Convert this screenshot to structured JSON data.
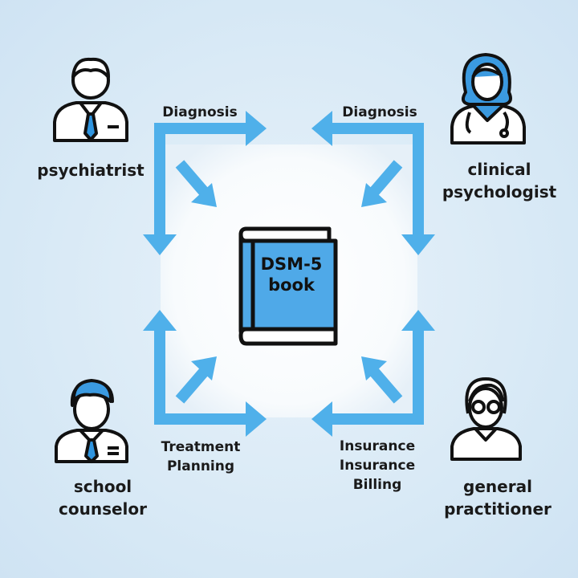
{
  "center": {
    "title_line1": "DSM-5",
    "title_line2": "book"
  },
  "roles": {
    "top_left": {
      "line1": "psychiatrist"
    },
    "top_right": {
      "line1": "clinical",
      "line2": "psychologist"
    },
    "bottom_left": {
      "line1": "school",
      "line2": "counselor"
    },
    "bottom_right": {
      "line1": "general",
      "line2": "practitioner"
    }
  },
  "flows": {
    "top_left": {
      "line1": "Diagnosis"
    },
    "top_right": {
      "line1": "Diagnosis"
    },
    "bottom_left": {
      "line1": "Treatment",
      "line2": "Planning"
    },
    "bottom_right": {
      "line1": "Insurance",
      "line2": "Insurance",
      "line3": "Billing"
    }
  },
  "colors": {
    "arrow": "#4fb0ea",
    "book": "#4fa9e8",
    "background": "#d9eaf6"
  }
}
